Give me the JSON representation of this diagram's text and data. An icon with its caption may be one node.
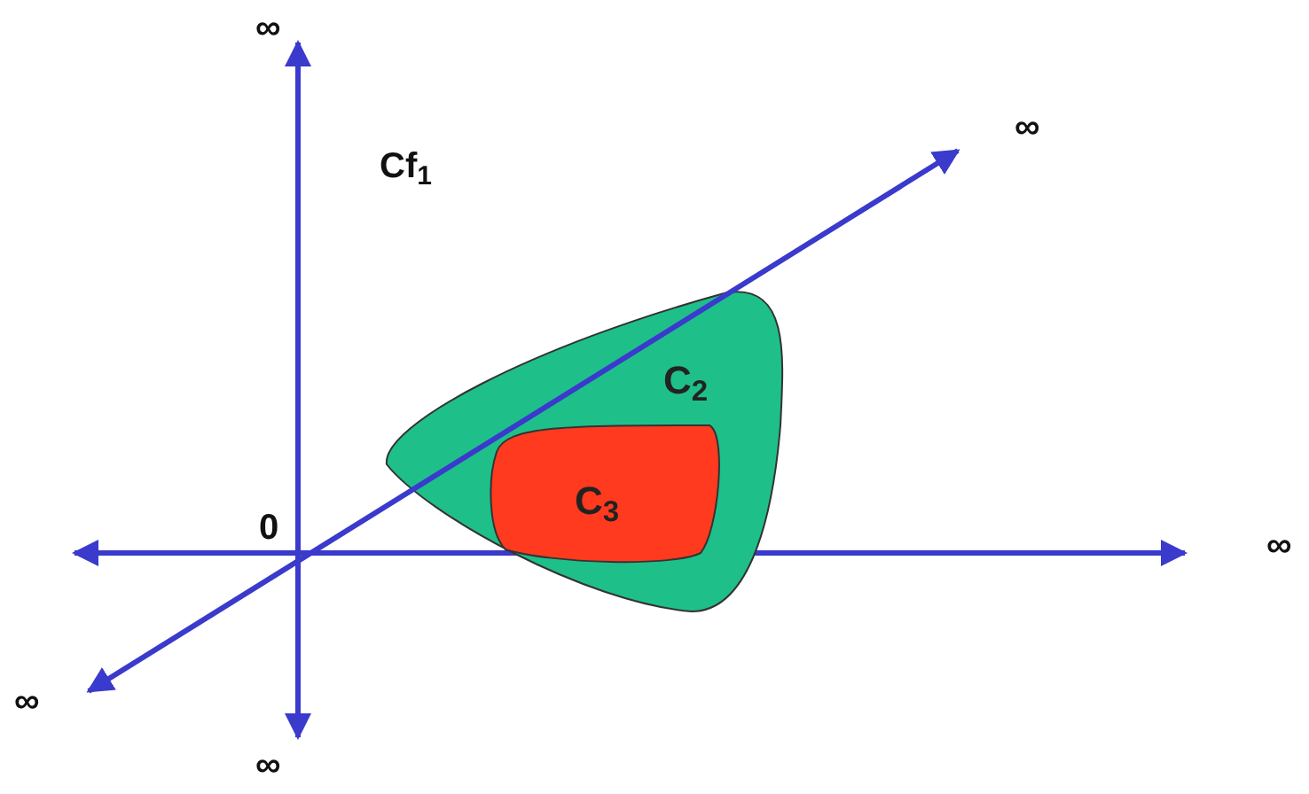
{
  "diagram": {
    "nodes": [
      {
        "text": [
          "C$_{2}$"
        ]
      },
      {
        "text": [
          "C$_{3}$"
        ],
        "in": 0
      }
    ],
    "labels": [
      "∞",
      "Cf$_{1}$",
      "∞",
      "0",
      "∞",
      "∞",
      "∞"
    ]
  }
}
